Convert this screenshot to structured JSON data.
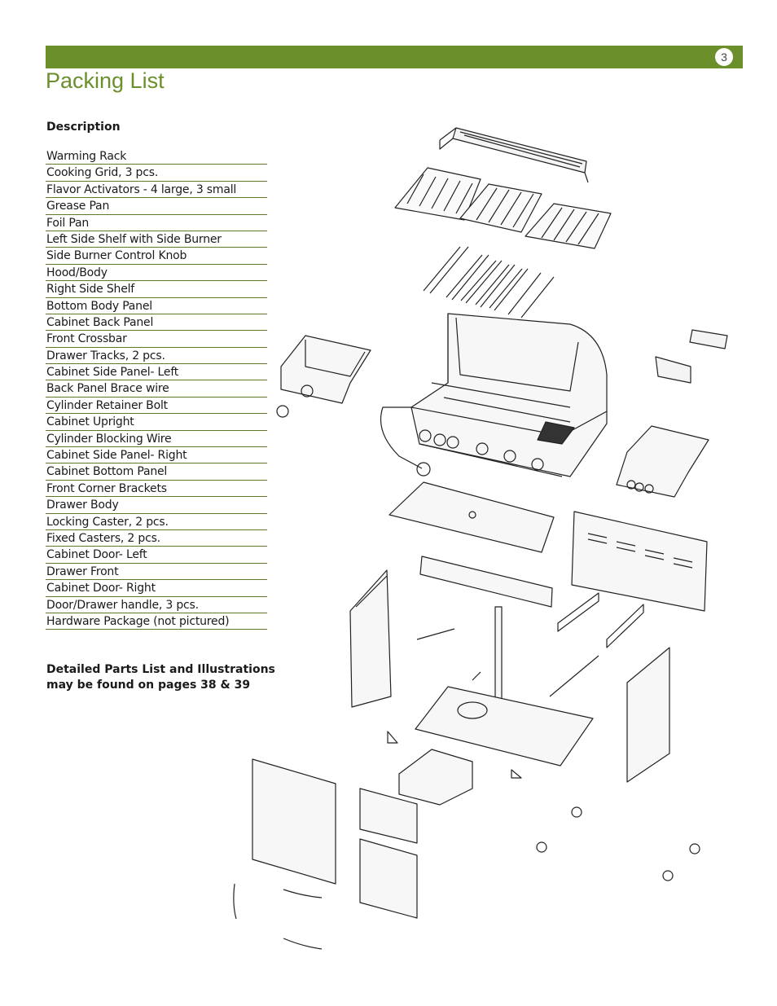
{
  "header": {
    "page_number": "3"
  },
  "title": "Packing List",
  "description_heading": "Description",
  "parts": [
    "Warming Rack",
    "Cooking Grid, 3 pcs.",
    "Flavor Activators - 4 large, 3 small",
    "Grease Pan",
    "Foil Pan",
    "Left Side Shelf with Side Burner",
    "Side Burner Control Knob",
    "Hood/Body",
    "Right Side Shelf",
    "Bottom Body Panel",
    "Cabinet Back Panel",
    "Front Crossbar",
    "Drawer Tracks, 2 pcs.",
    "Cabinet Side Panel- Left",
    "Back Panel Brace wire",
    "Cylinder Retainer Bolt",
    "Cabinet Upright",
    "Cylinder Blocking Wire",
    "Cabinet Side Panel- Right",
    "Cabinet Bottom Panel",
    "Front Corner Brackets",
    "Drawer Body",
    "Locking Caster, 2 pcs.",
    "Fixed Casters, 2 pcs.",
    "Cabinet Door- Left",
    "Drawer Front",
    "Cabinet Door- Right",
    "Door/Drawer handle, 3 pcs.",
    "Hardware Package (not pictured)"
  ],
  "footnote": {
    "line1": "Detailed Parts List and Illustrations",
    "line2": "may be found on pages 38 & 39"
  },
  "colors": {
    "accent": "#6b8f2a",
    "rule": "#5e7a2a"
  }
}
